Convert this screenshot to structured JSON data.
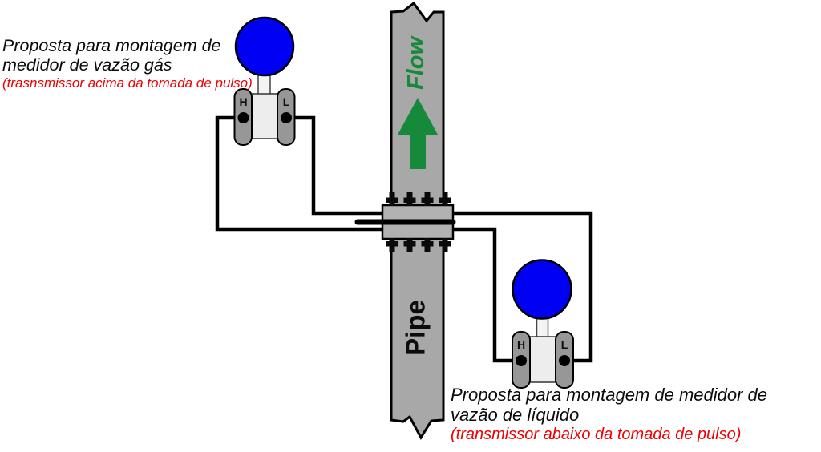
{
  "colors": {
    "pipe_gray": "#a8a8a8",
    "flange_gray": "#b2b2b2",
    "capsule_gray": "#979797",
    "transmitter_body_gray": "#ededed",
    "transmitter_neck_gray": "#f4f4f4",
    "transmitter_blue": "#0000f2",
    "flow_green": "#17893a",
    "note_red": "#ee0000",
    "line_black": "#000000"
  },
  "pipe": {
    "label": "Pipe",
    "flow_label": "Flow"
  },
  "transmitters": {
    "gas": {
      "high_label": "H",
      "low_label": "L"
    },
    "liquid": {
      "high_label": "H",
      "low_label": "L"
    }
  },
  "annotations": {
    "gas": {
      "title_line1": "Proposta para montagem de",
      "title_line2": "medidor de vazão gás",
      "note": "(trasnsmissor acima da tomada de pulso)"
    },
    "liquid": {
      "title_line1": "Proposta para montagem de medidor de",
      "title_line2": "vazão de líquido",
      "note": "(transmissor abaixo da tomada de pulso)"
    }
  }
}
